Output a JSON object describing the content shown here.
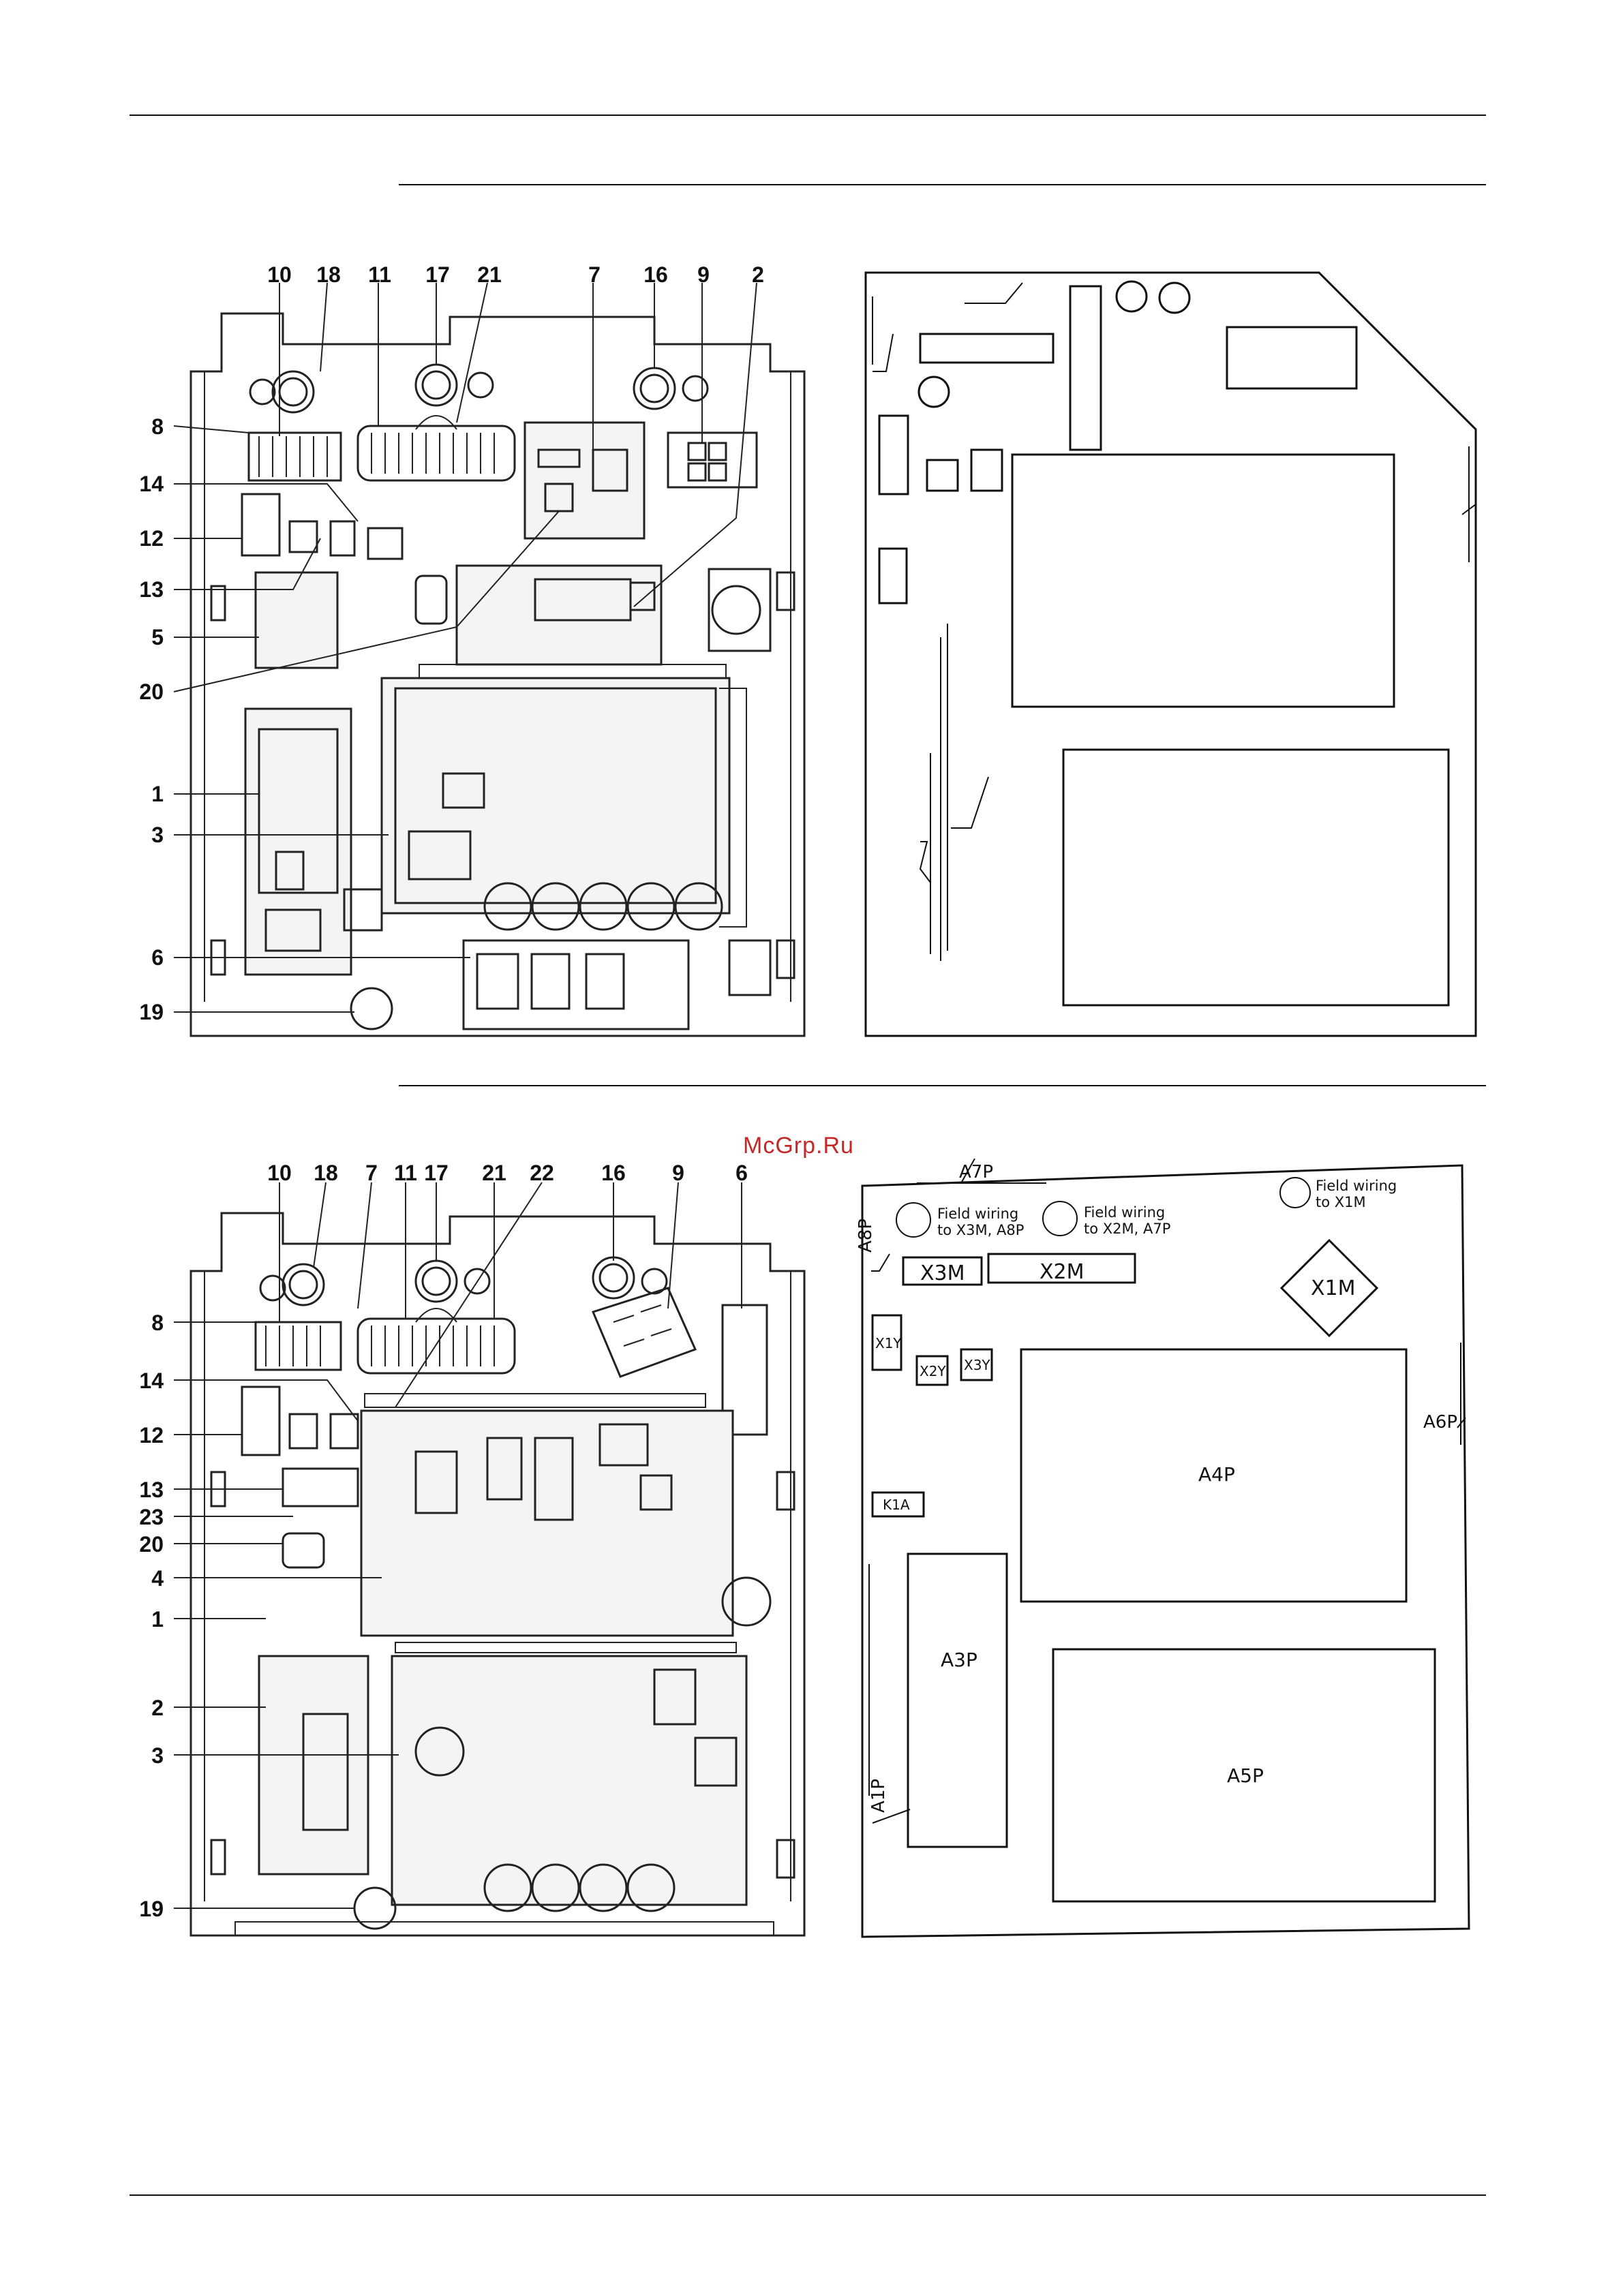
{
  "watermark": "McGrp.Ru",
  "colors": {
    "line": "#111111",
    "watermark": "#c62828",
    "pcb_fill": "#f4f4f4"
  },
  "figure1": {
    "top_callouts": [
      "10",
      "18",
      "11",
      "17",
      "21",
      "7",
      "16",
      "9",
      "2"
    ],
    "left_callouts": [
      "8",
      "14",
      "12",
      "13",
      "5",
      "20",
      "1",
      "3",
      "6",
      "19"
    ]
  },
  "figure2": {
    "top_callouts": [
      "10",
      "18",
      "7",
      "11",
      "17",
      "21",
      "22",
      "16",
      "9",
      "6"
    ],
    "left_callouts": [
      "8",
      "14",
      "12",
      "13",
      "23",
      "20",
      "4",
      "1",
      "2",
      "3",
      "19"
    ]
  },
  "layout2": {
    "labels": {
      "a7p": "A7P",
      "a8p": "A8P",
      "a6p": "A6P",
      "a1p": "A1P",
      "x3m": "X3M",
      "x2m": "X2M",
      "x1m": "X1M",
      "x1y": "X1Y",
      "x2y": "X2Y",
      "x3y": "X3Y",
      "k1a": "K1A",
      "a4p": "A4P",
      "a3p": "A3P",
      "a5p": "A5P"
    },
    "field_wiring": {
      "x3m_line1": "Field wiring",
      "x3m_line2": "to X3M, A8P",
      "x2m_line1": "Field wiring",
      "x2m_line2": "to X2M, A7P",
      "x1m_line1": "Field wiring",
      "x1m_line2": "to X1M"
    }
  }
}
